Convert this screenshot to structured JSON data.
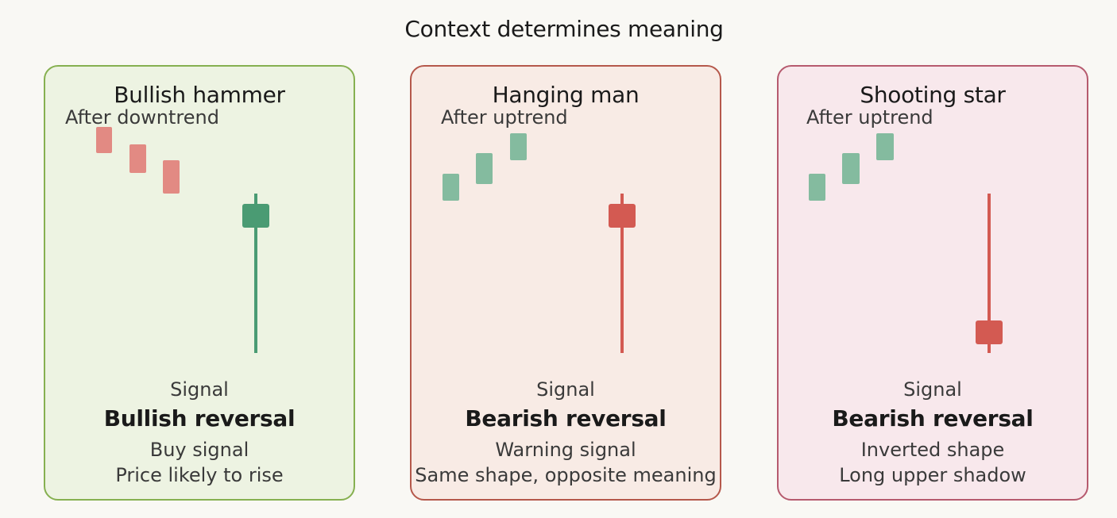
{
  "title": "Context determines meaning",
  "colors": {
    "bull_body": "#4a9b73",
    "bear_body": "#d35a52",
    "bull_trend": "#84bb9f",
    "bear_trend": "#e28a83"
  },
  "panels": [
    {
      "title": "Bullish hammer",
      "context": "After downtrend",
      "signal_label": "Signal",
      "signal": "Bullish reversal",
      "note_1": "Buy signal",
      "note_2": "Price likely to rise",
      "background": "#edf3e2",
      "border": "#86b050",
      "focus_candle": {
        "pattern": "hammer",
        "color": "bullish"
      },
      "trend_candles": {
        "direction": "down",
        "count": 3,
        "color": "bearish"
      }
    },
    {
      "title": "Hanging man",
      "context": "After uptrend",
      "signal_label": "Signal",
      "signal": "Bearish reversal",
      "note_1": "Warning signal",
      "note_2": "Same shape, opposite meaning",
      "background": "#f8ebe5",
      "border": "#b5584b",
      "focus_candle": {
        "pattern": "hanging-man",
        "color": "bearish"
      },
      "trend_candles": {
        "direction": "up",
        "count": 3,
        "color": "bullish"
      }
    },
    {
      "title": "Shooting star",
      "context": "After uptrend",
      "signal_label": "Signal",
      "signal": "Bearish reversal",
      "note_1": "Inverted shape",
      "note_2": "Long upper shadow",
      "background": "#f8e8ec",
      "border": "#b65a6e",
      "focus_candle": {
        "pattern": "shooting-star",
        "color": "bearish"
      },
      "trend_candles": {
        "direction": "up",
        "count": 3,
        "color": "bullish"
      }
    }
  ]
}
